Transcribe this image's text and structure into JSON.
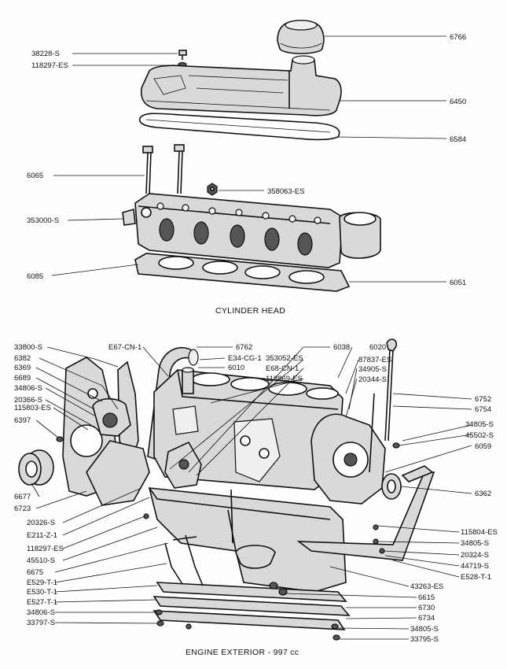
{
  "captions": {
    "top": "CYLINDER HEAD",
    "bottom": "ENGINE EXTERIOR - 997 cc"
  },
  "head_labels": {
    "p6766": "6766",
    "p38228": "38228-S",
    "p118297a": "118297-ES",
    "p6450": "6450",
    "p6584": "6584",
    "p6065": "6065",
    "p358063": "358063-ES",
    "p353000": "353000-S",
    "p6085": "6085",
    "p6051": "6051"
  },
  "engine_left_labels": {
    "p33800": "33800-S",
    "p6382": "6382",
    "p6369": "6369",
    "p6689": "6689",
    "p34806a": "34806-S",
    "p20366": "20366-S",
    "p115803": "115803-ES",
    "p6397": "6397",
    "p6677": "6677",
    "p6723": "6723",
    "p20326": "20326-S",
    "pE211": "E211-Z-1",
    "p118297b": "118297-ES",
    "p45510": "45510-S",
    "p6675": "6675",
    "pE529": "E529-T-1",
    "pE530": "E530-T-1",
    "pE527": "E527-T-1",
    "p34806b": "34806-S",
    "p33797": "33797-S"
  },
  "engine_top_labels": {
    "pE67": "E67-CN-1",
    "p6762": "6762",
    "pE34": "E34-CG-1",
    "p6010": "6010",
    "p6038": "6038",
    "p353052": "353052-ES",
    "pE68": "E68-CN-1",
    "p118869": "118869-ES",
    "p6020": "6020",
    "p87837": "87837-ES",
    "p34905": "34905-S",
    "p20344": "20344-S"
  },
  "engine_right_labels": {
    "p6752": "6752",
    "p6754": "6754",
    "p34805a": "34805-S",
    "p45502": "45502-S",
    "p6059": "6059",
    "p6362": "6362",
    "p115804": "115804-ES",
    "p34805b": "34805-S",
    "p20324": "20324-S",
    "p44719": "44719-S",
    "pE528": "E528-T-1",
    "p43263": "43263-ES",
    "p6615": "6615",
    "p6730": "6730",
    "p6734": "6734",
    "p34805c": "34805-S",
    "p33795": "33795-S"
  }
}
